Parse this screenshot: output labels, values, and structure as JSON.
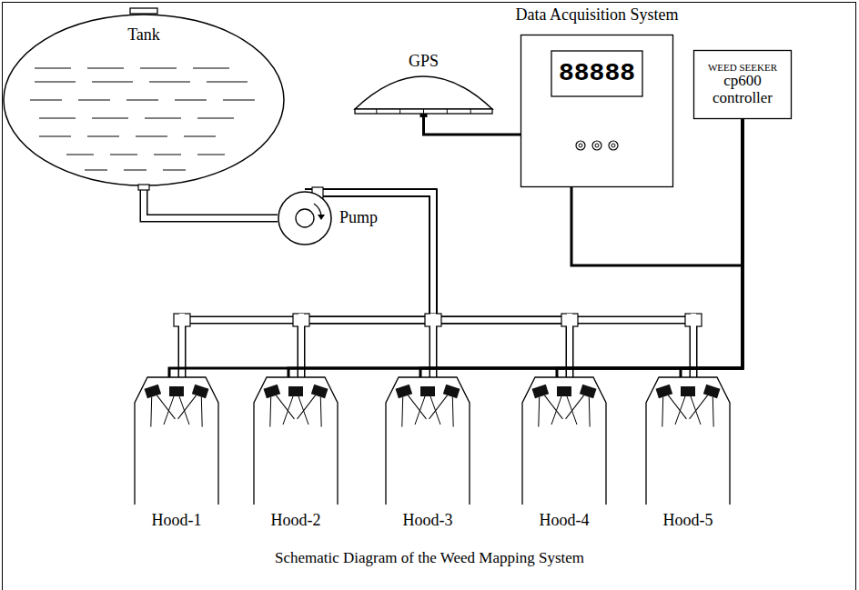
{
  "diagram": {
    "caption": "Schematic Diagram of the Weed Mapping System",
    "nodes": [
      {
        "text": [
          "Tank"
        ]
      },
      {
        "text": [
          "Pump"
        ]
      },
      {
        "text": [
          "GPS"
        ]
      },
      {
        "text": [
          "Data Acquisition System",
          "88888"
        ]
      },
      {
        "text": [
          "WEED SEEKER",
          "cp600 controller"
        ]
      },
      {
        "text": [
          "Hood-1"
        ]
      },
      {
        "text": [
          "Hood-2"
        ]
      },
      {
        "text": [
          "Hood-3"
        ]
      },
      {
        "text": [
          "Hood-4"
        ]
      },
      {
        "text": [
          "Hood-5"
        ]
      }
    ],
    "edges": [
      {
        "from": 0,
        "to": 1,
        "arrow": "none"
      },
      {
        "from": 1,
        "to": 5,
        "arrow": "none"
      },
      {
        "from": 1,
        "to": 6,
        "arrow": "none"
      },
      {
        "from": 1,
        "to": 7,
        "arrow": "none"
      },
      {
        "from": 1,
        "to": 8,
        "arrow": "none"
      },
      {
        "from": 1,
        "to": 9,
        "arrow": "none"
      },
      {
        "from": 2,
        "to": 3,
        "arrow": "none"
      },
      {
        "from": 3,
        "to": 4,
        "arrow": "none"
      },
      {
        "from": 4,
        "to": 5,
        "arrow": "none"
      },
      {
        "from": 4,
        "to": 6,
        "arrow": "none"
      },
      {
        "from": 4,
        "to": 7,
        "arrow": "none"
      },
      {
        "from": 4,
        "to": 8,
        "arrow": "none"
      },
      {
        "from": 4,
        "to": 9,
        "arrow": "none"
      }
    ]
  }
}
